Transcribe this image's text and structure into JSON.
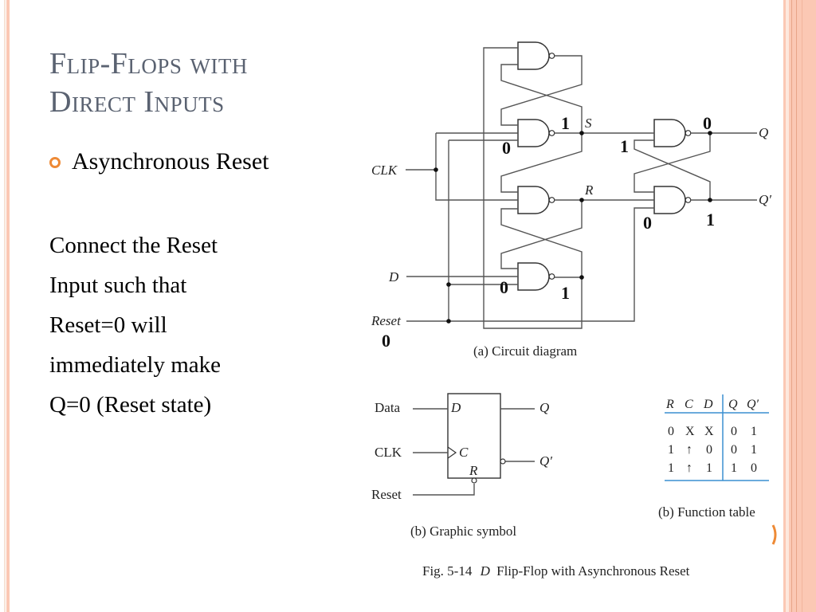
{
  "slide": {
    "title_lines": [
      "Flip-Flops with",
      "Direct Inputs"
    ],
    "bullet": "Asynchronous Reset",
    "body_lines": [
      "Connect the Reset",
      "Input such that",
      "Reset=0 will",
      "immediately make",
      "Q=0 (Reset state)"
    ]
  },
  "circuit": {
    "inputs": {
      "clk": "CLK",
      "d": "D",
      "reset": "Reset"
    },
    "internal": {
      "s": "S",
      "r": "R"
    },
    "outputs": {
      "q": "Q",
      "q_prime": "Q′"
    },
    "annotations": {
      "s_gate_out": "1",
      "s_gate_in": "0",
      "q_value": "0",
      "q_gate_in": "1",
      "qp_gate_in": "0",
      "qp_value": "1",
      "d_gate_in": "0",
      "d_gate_out": "1",
      "reset_value": "0"
    },
    "caption": "(a) Circuit diagram"
  },
  "symbol": {
    "inputs": {
      "data": "Data",
      "clk": "CLK",
      "reset": "Reset"
    },
    "pins": {
      "d": "D",
      "c": "C",
      "r": "R",
      "q": "Q",
      "q_prime": "Q′"
    },
    "caption": "(b) Graphic symbol"
  },
  "function_table": {
    "headers": [
      "R",
      "C",
      "D",
      "Q",
      "Q′"
    ],
    "rows": [
      [
        "0",
        "X",
        "X",
        "0",
        "1"
      ],
      [
        "1",
        "↑",
        "0",
        "0",
        "1"
      ],
      [
        "1",
        "↑",
        "1",
        "1",
        "0"
      ]
    ],
    "caption": "(b) Function table"
  },
  "figure_caption": {
    "prefix": "Fig. 5-14",
    "italic": "D",
    "rest": "Flip-Flop with Asynchronous Reset"
  }
}
